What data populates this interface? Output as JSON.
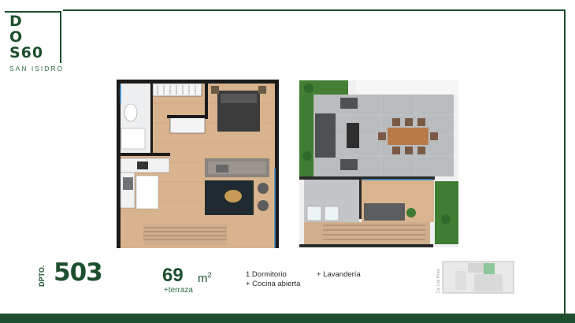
{
  "brand": {
    "logo_letters": [
      "D",
      "O",
      "S60"
    ],
    "subtitle": "SAN ISIDRO",
    "color": "#1d4f2e"
  },
  "apartment": {
    "label": "DPTO.",
    "number": "503"
  },
  "area": {
    "value": "69",
    "unit": "m",
    "unit_exp": "2",
    "extra": "+terraza"
  },
  "features": [
    "1 Dormitorio",
    "+ Lavandería",
    "+ Cocina abierta"
  ],
  "keyplan": {
    "street_label": "Ca. Los Pinos"
  },
  "colors": {
    "accent": "#1d4f2e",
    "wood": "#d9b48f",
    "tile": "#b9bdc0",
    "grass": "#3f7d32"
  }
}
